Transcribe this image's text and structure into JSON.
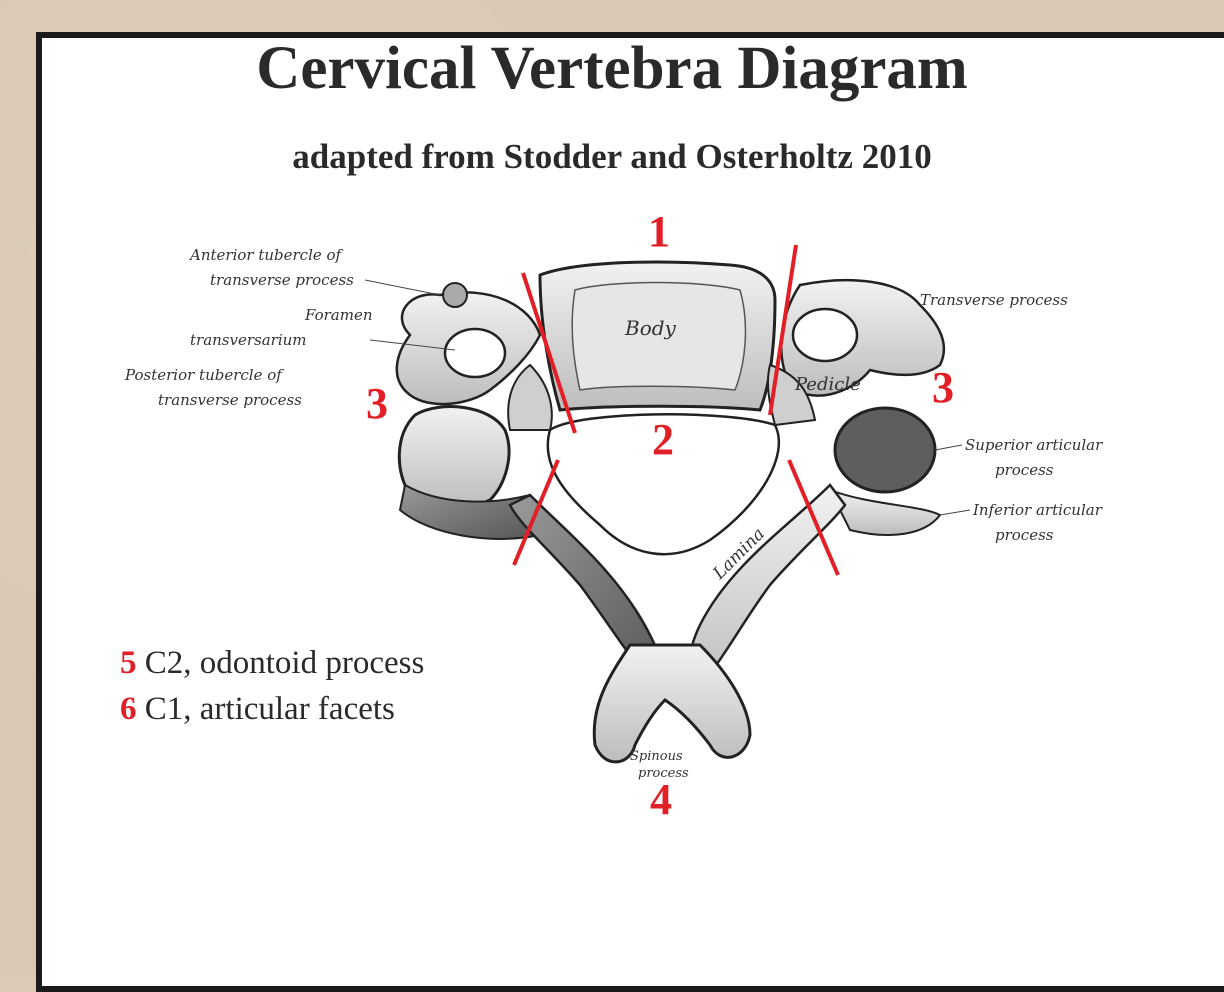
{
  "title": "Cervical Vertebra Diagram",
  "subtitle": "adapted from Stodder and Osterholtz 2010",
  "numbers": {
    "n1": "1",
    "n2": "2",
    "n3_left": "3",
    "n3_right": "3",
    "n4": "4"
  },
  "illustration_labels": {
    "anterior_tubercle_1": "Anterior tubercle of",
    "anterior_tubercle_2": "transverse process",
    "foramen_1": "Foramen",
    "foramen_2": "transversarium",
    "posterior_tubercle_1": "Posterior tubercle of",
    "posterior_tubercle_2": "transverse process",
    "body": "Body",
    "pedicle": "Pedicle",
    "transverse_process": "Transverse process",
    "superior_articular_1": "Superior articular",
    "superior_articular_2": "process",
    "inferior_articular_1": "Inferior articular",
    "inferior_articular_2": "process",
    "lamina": "Lamina",
    "spinous_1": "Spinous",
    "spinous_2": "process"
  },
  "legend": [
    {
      "key": "5",
      "text": "C2, odontoid process"
    },
    {
      "key": "6",
      "text": "C1, articular facets"
    }
  ],
  "colors": {
    "accent_red": "#e21f26",
    "frame": "#1a1a1a",
    "background": "#d9c8b4"
  }
}
